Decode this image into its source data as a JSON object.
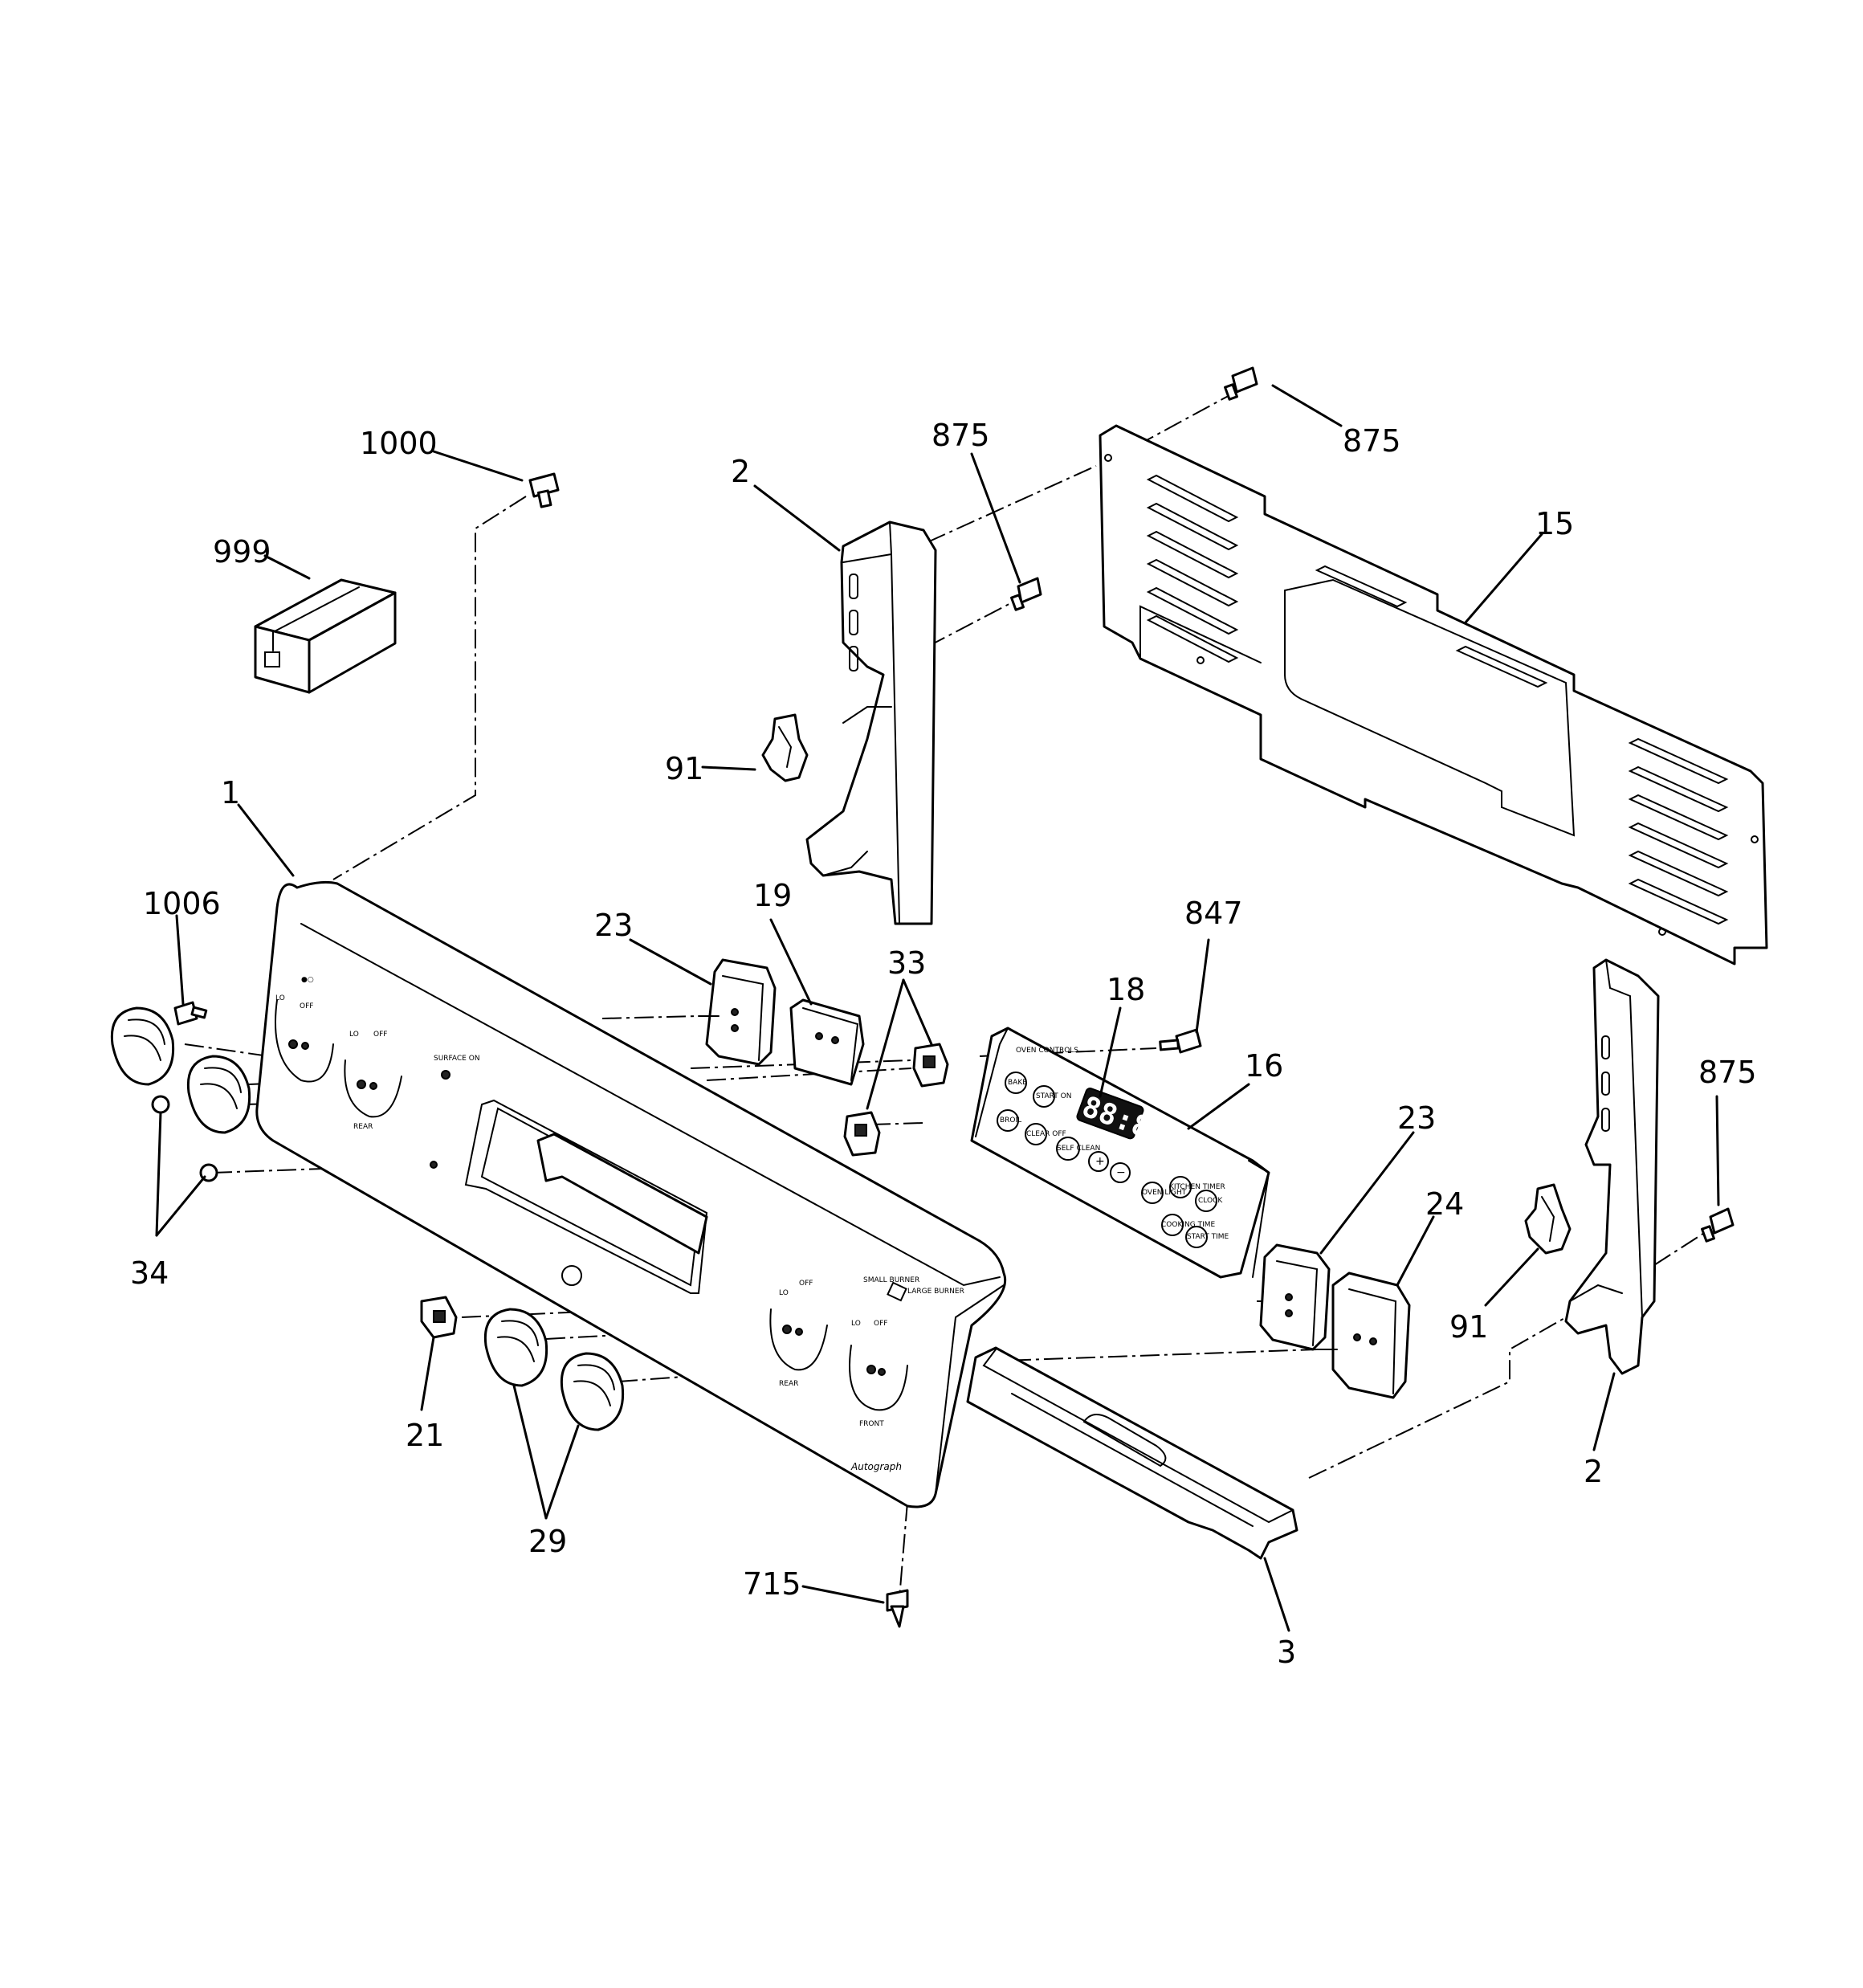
{
  "diagram": {
    "callouts": [
      {
        "id": "c-1000",
        "text": "1000"
      },
      {
        "id": "c-999",
        "text": "999"
      },
      {
        "id": "c-1",
        "text": "1"
      },
      {
        "id": "c-1006",
        "text": "1006"
      },
      {
        "id": "c-34",
        "text": "34"
      },
      {
        "id": "c-2a",
        "text": "2"
      },
      {
        "id": "c-875a",
        "text": "875"
      },
      {
        "id": "c-91a",
        "text": "91"
      },
      {
        "id": "c-875b",
        "text": "875"
      },
      {
        "id": "c-15",
        "text": "15"
      },
      {
        "id": "c-23a",
        "text": "23"
      },
      {
        "id": "c-19",
        "text": "19"
      },
      {
        "id": "c-33",
        "text": "33"
      },
      {
        "id": "c-847",
        "text": "847"
      },
      {
        "id": "c-18",
        "text": "18"
      },
      {
        "id": "c-16",
        "text": "16"
      },
      {
        "id": "c-23b",
        "text": "23"
      },
      {
        "id": "c-24",
        "text": "24"
      },
      {
        "id": "c-875c",
        "text": "875"
      },
      {
        "id": "c-91b",
        "text": "91"
      },
      {
        "id": "c-2b",
        "text": "2"
      },
      {
        "id": "c-21",
        "text": "21"
      },
      {
        "id": "c-29",
        "text": "29"
      },
      {
        "id": "c-715",
        "text": "715"
      },
      {
        "id": "c-3",
        "text": "3"
      }
    ],
    "panel_labels": {
      "off_1": "OFF",
      "lo_1": "LO",
      "off_2": "OFF",
      "lo_2": "LO",
      "rear_1": "REAR",
      "burner_on": "SURFACE ON",
      "off_3": "OFF",
      "lo_3": "LO",
      "off_4": "OFF",
      "lo_4": "LO",
      "rear_2": "REAR",
      "front": "FRONT",
      "small_burner": "SMALL BURNER",
      "large_burner": "LARGE BURNER",
      "brand": "Autograph"
    },
    "control_labels": {
      "header": "OVEN CONTROLS",
      "bake": "BAKE",
      "start": "START ON",
      "broil": "BROIL",
      "clear": "CLEAR OFF",
      "self_clean": "SELF CLEAN",
      "plus": "+",
      "minus": "−",
      "oven_light": "OVEN LIGHT",
      "kitchen_timer": "KITCHEN TIMER",
      "clock": "CLOCK",
      "cooking_time": "COOKING TIME",
      "start_time": "START TIME",
      "display": "88:88"
    }
  }
}
